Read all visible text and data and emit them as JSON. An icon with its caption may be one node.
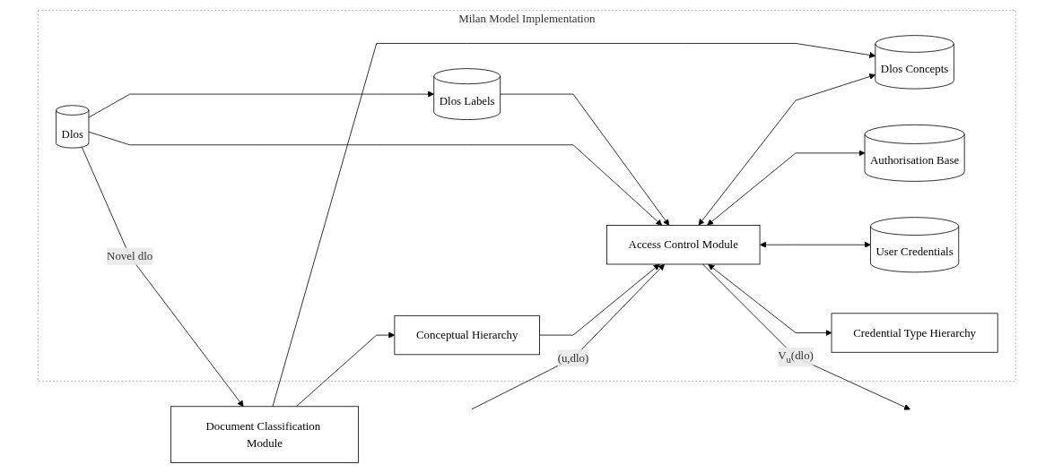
{
  "diagram": {
    "nodes": [
      {
        "text": [
          "Milan Model Implementation"
        ]
      },
      {
        "text": [
          "Dlos Labels"
        ],
        "in": 0
      },
      {
        "text": [
          "Dlos"
        ],
        "in": 0
      },
      {
        "text": [
          "Access Control Module"
        ],
        "in": 0
      },
      {
        "text": [
          "Document Classification Module"
        ]
      },
      {
        "text": [
          "Dlos Concepts"
        ],
        "in": 0
      },
      {
        "text": [
          "Conceptual Hierarchy"
        ],
        "in": 0
      },
      {
        "text": [
          "Authorisation Base"
        ],
        "in": 0
      },
      {
        "text": [
          "User Credentials"
        ],
        "in": 0
      },
      {
        "text": [
          "Credential Type Hierarchy"
        ],
        "in": 0
      }
    ],
    "edges": [
      {
        "from": 2,
        "to": 1,
        "arrow": "to"
      },
      {
        "from": 2,
        "to": 4,
        "arrow": "to",
        "label": "Novel dlo"
      },
      {
        "from": 4,
        "to": 5,
        "arrow": "to"
      },
      {
        "from": 4,
        "to": 6,
        "arrow": "to"
      },
      {
        "from": 1,
        "to": 3,
        "arrow": "to"
      },
      {
        "from": 2,
        "to": 3,
        "arrow": "to"
      },
      {
        "from": 3,
        "to": 5,
        "arrow": "both"
      },
      {
        "from": 6,
        "to": 3,
        "arrow": "to"
      },
      {
        "from": 3,
        "to": 7,
        "arrow": "both"
      },
      {
        "from": 3,
        "to": 8,
        "arrow": "both"
      },
      {
        "from": 3,
        "to": 9,
        "arrow": "both"
      },
      {
        "from": null,
        "to": 3,
        "arrow": "to",
        "label": "(u,dlo)"
      },
      {
        "from": 3,
        "to": null,
        "arrow": "to",
        "label": "V$_{u}$(dlo)"
      }
    ]
  }
}
